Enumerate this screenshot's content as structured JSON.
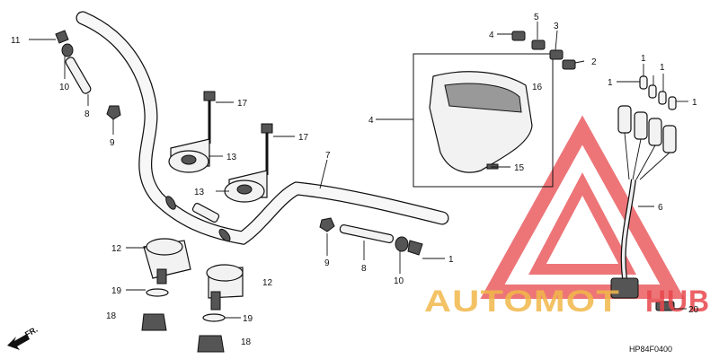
{
  "callouts": {
    "c1a": "1",
    "c1b": "1",
    "c1c": "1",
    "c1d": "1",
    "c1e": "1",
    "c2": "2",
    "c3": "3",
    "c4a": "4",
    "c4b": "4",
    "c5": "5",
    "c6": "6",
    "c7": "7",
    "c8a": "8",
    "c8b": "8",
    "c9a": "9",
    "c9b": "9",
    "c10a": "10",
    "c10b": "10",
    "c11": "11",
    "c12a": "12",
    "c12b": "12",
    "c13a": "13",
    "c13b": "13",
    "c15": "15",
    "c16": "16",
    "c17a": "17",
    "c17b": "17",
    "c18a": "18",
    "c18b": "18",
    "c19a": "19",
    "c19b": "19",
    "c20": "20"
  },
  "diagram_code": "HP84F0400",
  "front_marker": "FR.",
  "watermark": {
    "brand_left": "AUTOMOT",
    "brand_right": "HUB",
    "color_red": "#e8474c",
    "color_gold": "#f2b84b"
  }
}
